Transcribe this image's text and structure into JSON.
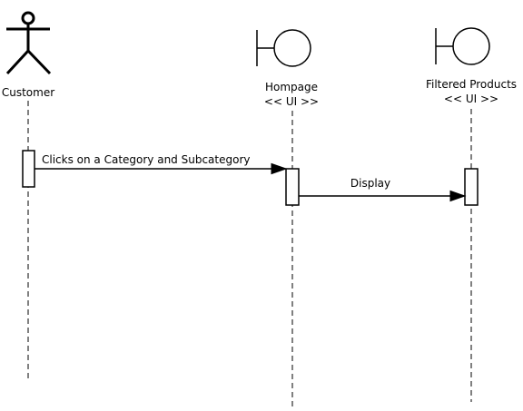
{
  "participants": {
    "customer": {
      "name": "Customer"
    },
    "homepage": {
      "name": "Hompage",
      "stereotype": "<< UI >>"
    },
    "filtered": {
      "name": "Filtered Products",
      "stereotype": "<< UI >>"
    }
  },
  "messages": {
    "m1": {
      "label": "Clicks on a Category and Subcategory"
    },
    "m2": {
      "label": "Display"
    }
  },
  "colors": {
    "stroke": "#000000",
    "background": "#ffffff"
  }
}
